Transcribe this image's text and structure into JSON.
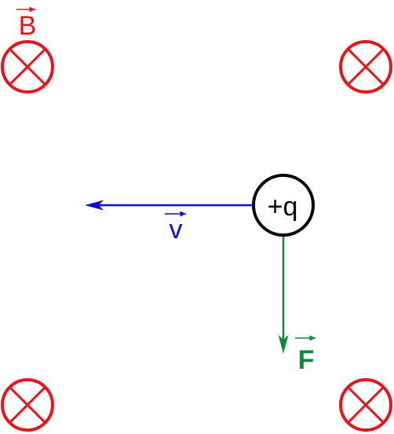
{
  "field": {
    "label": "B",
    "color": "#e8141b",
    "direction": "into-page",
    "symbol": "circled-x-icon"
  },
  "particle": {
    "label": "+q",
    "color": "#000000"
  },
  "velocity": {
    "label": "v",
    "color": "#0a0ae6",
    "direction": "left"
  },
  "force": {
    "label": "F",
    "color": "#0f8a3c",
    "direction": "down"
  }
}
